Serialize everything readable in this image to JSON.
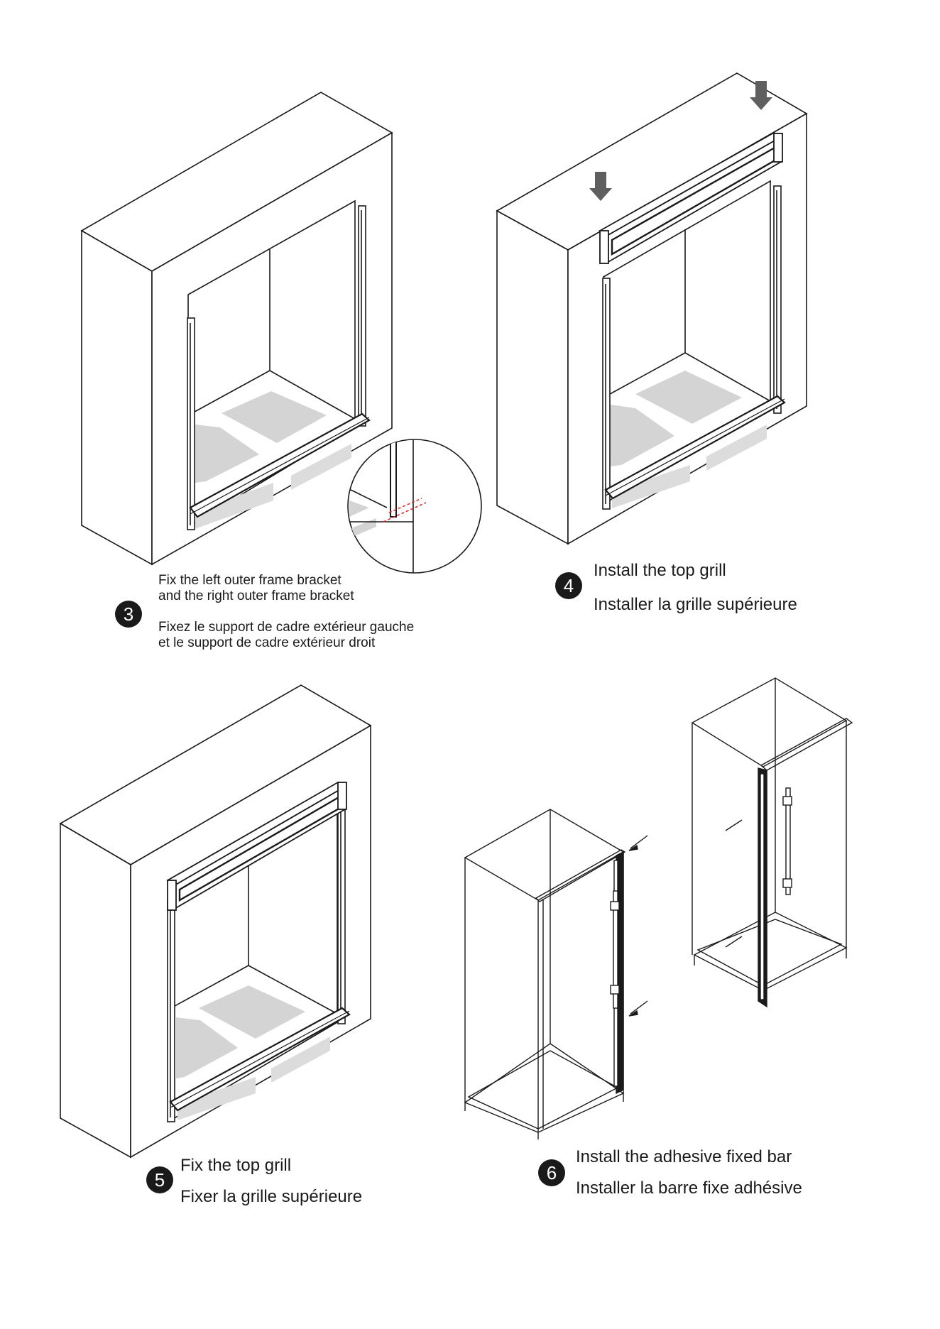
{
  "steps": [
    {
      "number": "3",
      "en_line1": "Fix the left outer frame bracket",
      "en_line2": "and the right outer frame bracket",
      "fr_line1": "Fixez le support de cadre extérieur gauche",
      "fr_line2": "et le support de cadre extérieur droit"
    },
    {
      "number": "4",
      "en": "Install the top grill",
      "fr": "Installer la grille supérieure"
    },
    {
      "number": "5",
      "en": "Fix the top grill",
      "fr": "Fixer la grille supérieure"
    },
    {
      "number": "6",
      "en": "Install the adhesive fixed bar",
      "fr": "Installer la barre fixe adhésive"
    }
  ],
  "colors": {
    "line": "#1a1a1a",
    "fill_grey": "#d4d4d4",
    "arrow": "#5f5f5f",
    "detail_red": "#e03030"
  }
}
